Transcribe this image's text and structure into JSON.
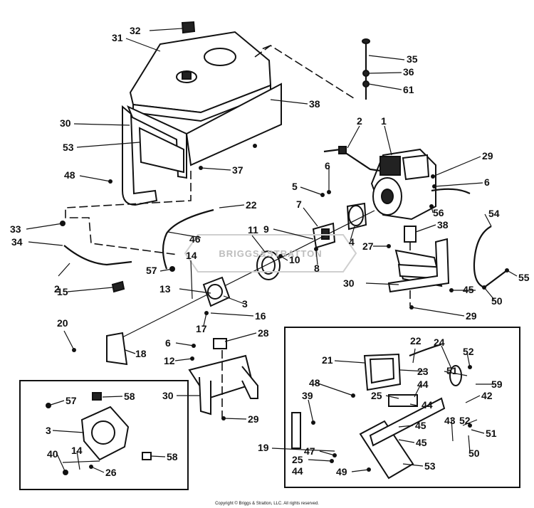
{
  "copyright": "Copyright © Briggs & Stratton, LLC. All rights reserved.",
  "watermark": "BRIGGS&STRATTON",
  "callouts": [
    {
      "id": "c32a",
      "text": "32"
    },
    {
      "id": "c31",
      "text": "31"
    },
    {
      "id": "c35",
      "text": "35"
    },
    {
      "id": "c36",
      "text": "36"
    },
    {
      "id": "c61",
      "text": "61"
    },
    {
      "id": "c38a",
      "text": "38"
    },
    {
      "id": "c30a",
      "text": "30"
    },
    {
      "id": "c53a",
      "text": "53"
    },
    {
      "id": "c48a",
      "text": "48"
    },
    {
      "id": "c37",
      "text": "37"
    },
    {
      "id": "c2a",
      "text": "2"
    },
    {
      "id": "c1",
      "text": "1"
    },
    {
      "id": "c29a",
      "text": "29"
    },
    {
      "id": "c6a",
      "text": "6"
    },
    {
      "id": "c6b",
      "text": "6"
    },
    {
      "id": "c5",
      "text": "5"
    },
    {
      "id": "c22a",
      "text": "22"
    },
    {
      "id": "c7",
      "text": "7"
    },
    {
      "id": "c56",
      "text": "56"
    },
    {
      "id": "c54",
      "text": "54"
    },
    {
      "id": "c38b",
      "text": "38"
    },
    {
      "id": "c33",
      "text": "33"
    },
    {
      "id": "c46",
      "text": "46"
    },
    {
      "id": "c11",
      "text": "11"
    },
    {
      "id": "c9",
      "text": "9"
    },
    {
      "id": "c4",
      "text": "4"
    },
    {
      "id": "c27",
      "text": "27"
    },
    {
      "id": "c34",
      "text": "34"
    },
    {
      "id": "c10",
      "text": "10"
    },
    {
      "id": "c8",
      "text": "8"
    },
    {
      "id": "c57a",
      "text": "57"
    },
    {
      "id": "c14a",
      "text": "14"
    },
    {
      "id": "c2b",
      "text": "2"
    },
    {
      "id": "c55",
      "text": "55"
    },
    {
      "id": "c15",
      "text": "15"
    },
    {
      "id": "c13",
      "text": "13"
    },
    {
      "id": "c3a",
      "text": "3"
    },
    {
      "id": "c30b",
      "text": "30"
    },
    {
      "id": "c45a",
      "text": "45"
    },
    {
      "id": "c50a",
      "text": "50"
    },
    {
      "id": "c16",
      "text": "16"
    },
    {
      "id": "c29b",
      "text": "29"
    },
    {
      "id": "c20",
      "text": "20"
    },
    {
      "id": "c17",
      "text": "17"
    },
    {
      "id": "c6c",
      "text": "6"
    },
    {
      "id": "c28",
      "text": "28"
    },
    {
      "id": "c18",
      "text": "18"
    },
    {
      "id": "c12",
      "text": "12"
    },
    {
      "id": "c22b",
      "text": "22"
    },
    {
      "id": "c52a",
      "text": "52"
    },
    {
      "id": "c21",
      "text": "21"
    },
    {
      "id": "c23",
      "text": "23"
    },
    {
      "id": "c51a",
      "text": "51"
    },
    {
      "id": "c24",
      "text": "24"
    },
    {
      "id": "c59",
      "text": "59"
    },
    {
      "id": "c48b",
      "text": "48"
    },
    {
      "id": "c44a",
      "text": "44"
    },
    {
      "id": "c42",
      "text": "42"
    },
    {
      "id": "c25a",
      "text": "25"
    },
    {
      "id": "c44b",
      "text": "44"
    },
    {
      "id": "c39",
      "text": "39"
    },
    {
      "id": "c30c",
      "text": "30"
    },
    {
      "id": "c57b",
      "text": "57"
    },
    {
      "id": "c58a",
      "text": "58"
    },
    {
      "id": "c29c",
      "text": "29"
    },
    {
      "id": "c43",
      "text": "43"
    },
    {
      "id": "c52b",
      "text": "52"
    },
    {
      "id": "c45b",
      "text": "45"
    },
    {
      "id": "c51b",
      "text": "51"
    },
    {
      "id": "c3b",
      "text": "3"
    },
    {
      "id": "c45c",
      "text": "45"
    },
    {
      "id": "c19",
      "text": "19"
    },
    {
      "id": "c50b",
      "text": "50"
    },
    {
      "id": "c47",
      "text": "47"
    },
    {
      "id": "c40",
      "text": "40"
    },
    {
      "id": "c14b",
      "text": "14"
    },
    {
      "id": "c58b",
      "text": "58"
    },
    {
      "id": "c26",
      "text": "26"
    },
    {
      "id": "c25b",
      "text": "25"
    },
    {
      "id": "c44c",
      "text": "44"
    },
    {
      "id": "c49",
      "text": "49"
    },
    {
      "id": "c53b",
      "text": "53"
    }
  ]
}
